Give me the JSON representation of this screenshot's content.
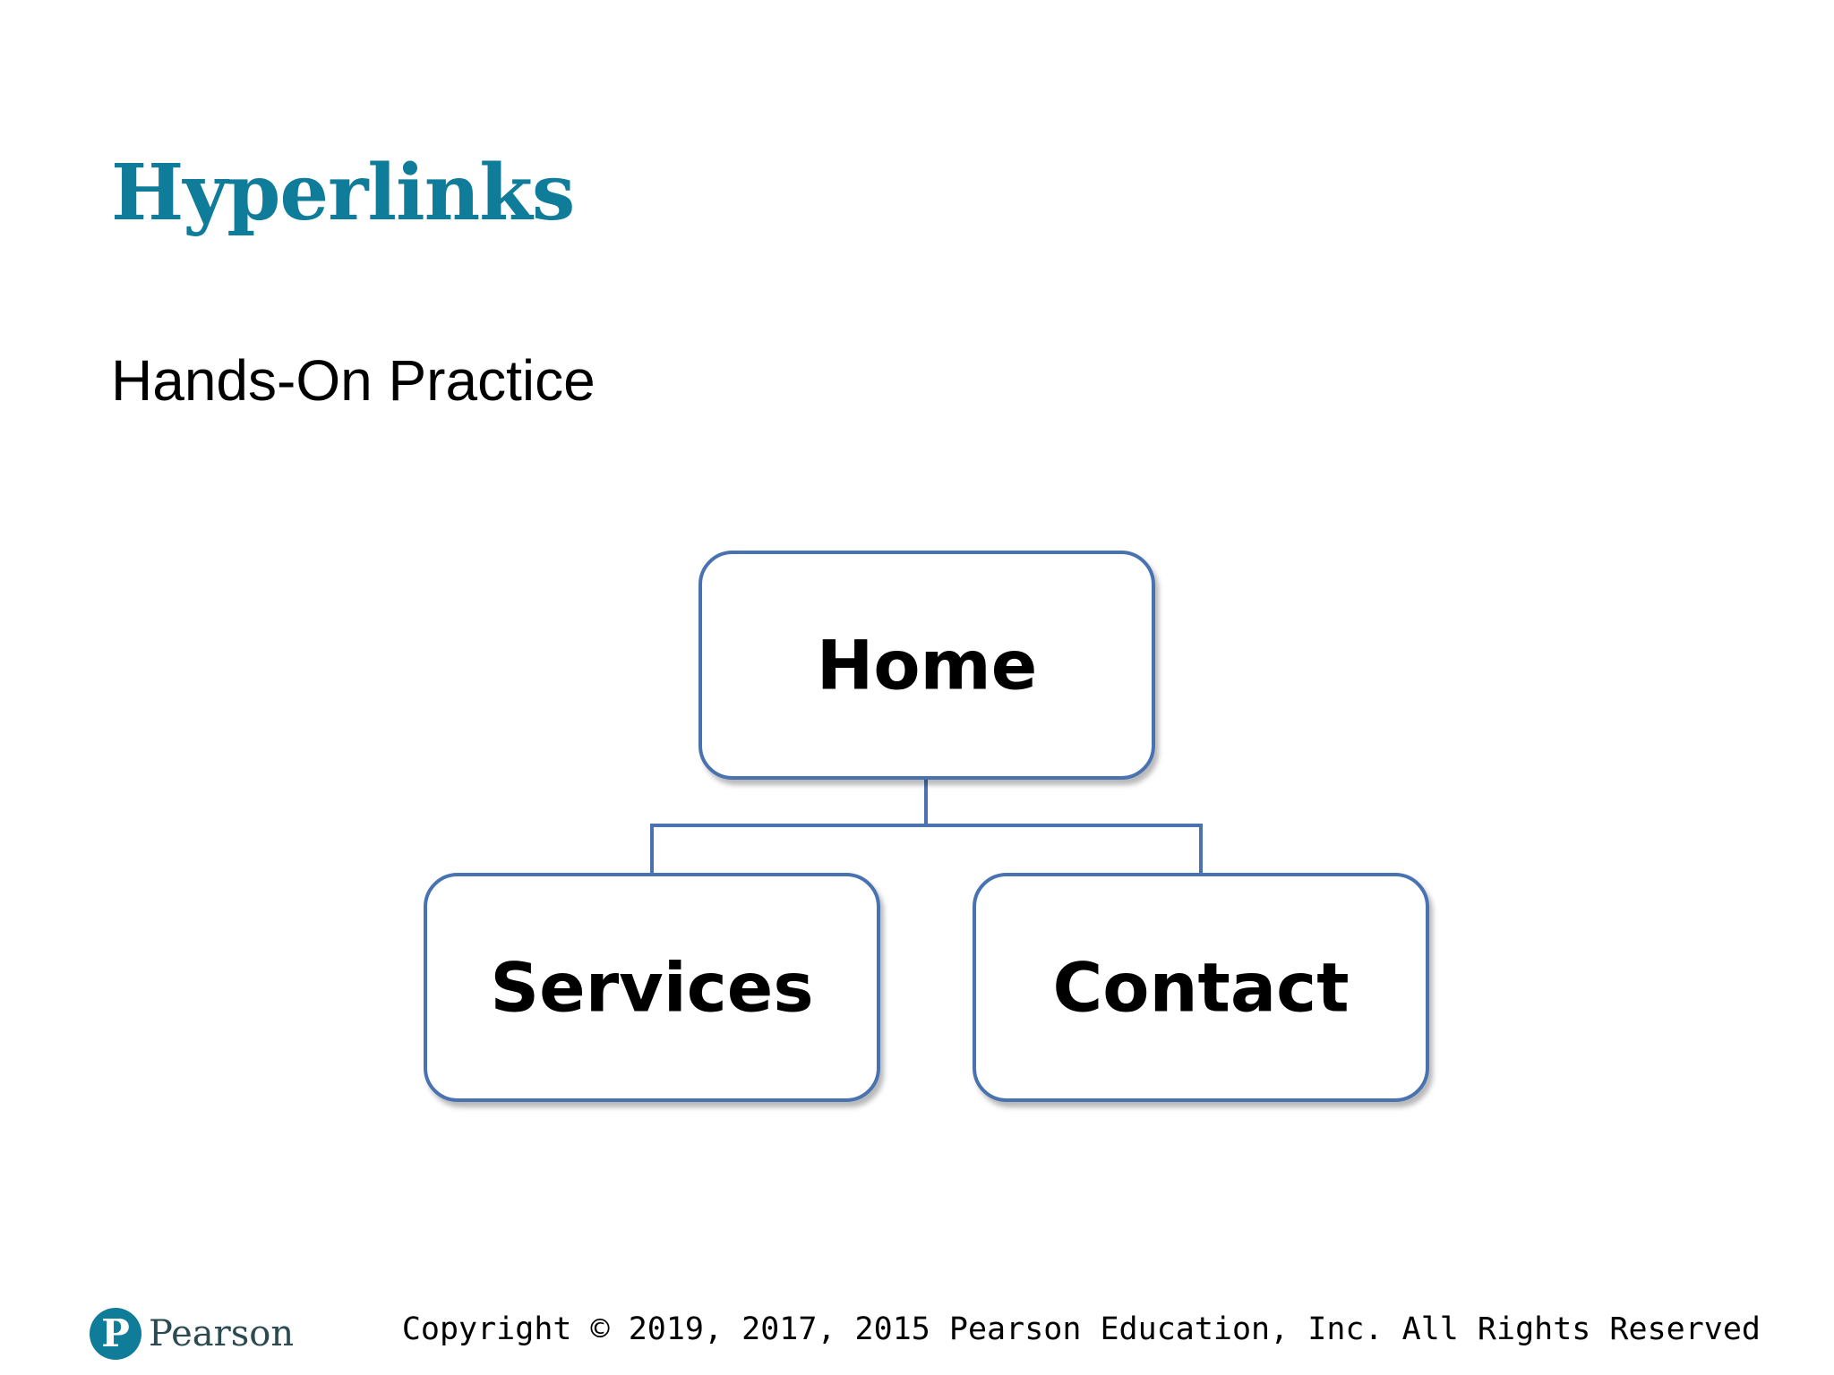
{
  "slide": {
    "title": "Hyperlinks",
    "subtitle": "Hands-On Practice"
  },
  "diagram": {
    "nodes": {
      "home": "Home",
      "services": "Services",
      "contact": "Contact"
    },
    "colors": {
      "node_border": "#4a72b0",
      "connector": "#4a72b0",
      "node_fill": "#ffffff"
    }
  },
  "footer": {
    "logo_mark": "P",
    "logo_text": "Pearson",
    "copyright": "Copyright © 2019, 2017, 2015 Pearson Education, Inc. All Rights Reserved"
  },
  "colors": {
    "title": "#0f7c9a",
    "logo": "#0f7c9a"
  }
}
